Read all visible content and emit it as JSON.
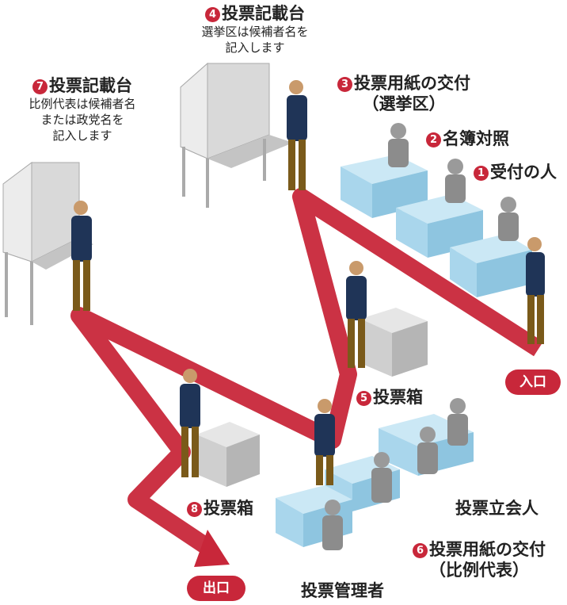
{
  "labels": {
    "booth_district": {
      "num": "4",
      "title": "投票記載台",
      "lines": [
        "選挙区は候補者名を",
        "記入します"
      ]
    },
    "booth_pr": {
      "num": "7",
      "title": "投票記載台",
      "lines": [
        "比例代表は候補者名",
        "または政党名を",
        "記入します"
      ]
    },
    "ballot_district": {
      "num": "3",
      "title": "投票用紙の交付",
      "paren": "（選挙区）"
    },
    "roster_check": {
      "num": "2",
      "title": "名簿対照"
    },
    "reception": {
      "num": "1",
      "title": "受付の人"
    },
    "box_district": {
      "num": "5",
      "title": "投票箱"
    },
    "box_pr": {
      "num": "8",
      "title": "投票箱"
    },
    "witness": {
      "title": "投票立会人"
    },
    "ballot_pr": {
      "num": "6",
      "title": "投票用紙の交付",
      "paren": "（比例代表）"
    },
    "manager": {
      "title": "投票管理者"
    }
  },
  "entrance": "入口",
  "exit": "出口",
  "colors": {
    "path": "#c8273a",
    "desk": "#a9d6ec",
    "booth": "#d9d9d9",
    "suit": "#1f3457",
    "pants": "#7a5a1a",
    "staff": "#8c8c8c"
  }
}
